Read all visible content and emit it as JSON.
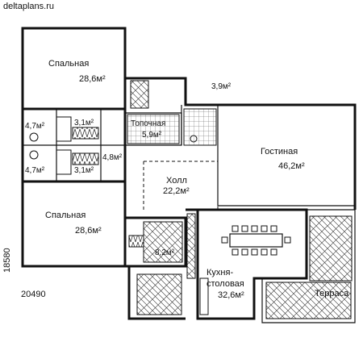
{
  "site": {
    "watermark": "deltaplans.ru"
  },
  "rooms": {
    "bedroom_top": {
      "name": "Спальная",
      "area": "28,6м²"
    },
    "bath_top": {
      "area": "4,7м²"
    },
    "closet_top": {
      "area": "3,1м²"
    },
    "furnace": {
      "name": "Топочная",
      "area": "5,9м²"
    },
    "wc": {
      "area": "3,9м²"
    },
    "living": {
      "name": "Гостиная",
      "area": "46,2м²"
    },
    "bath_bottom": {
      "area": "4,7м²"
    },
    "closet_bottom": {
      "area": "3,1м²"
    },
    "corridor": {
      "area": "4,8м²"
    },
    "hall": {
      "name": "Холл",
      "area": "22,2м²"
    },
    "bedroom_bottom": {
      "name": "Спальная",
      "area": "28,6м²"
    },
    "stair_hall": {
      "area": "8,2м²"
    },
    "kitchen": {
      "name_line1": "Кухня-",
      "name_line2": "столовая",
      "area": "32,6м²"
    },
    "terrace": {
      "name": "Терраса"
    }
  },
  "dimensions": {
    "width": "20490",
    "height": "18580"
  },
  "colors": {
    "ink": "#111111",
    "paper": "#ffffff"
  }
}
